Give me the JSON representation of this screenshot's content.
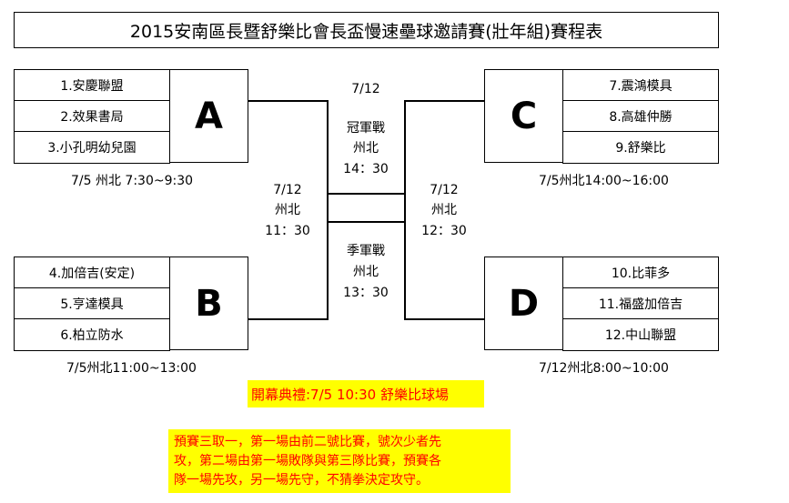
{
  "title": "2015安南區長暨舒樂比會長盃慢速壘球邀請賽(壯年組)賽程表",
  "groups": {
    "A": {
      "letter": "A",
      "teams": [
        "1.安慶聯盟",
        "2.效果書局",
        "3.小孔明幼兒園"
      ],
      "schedule": "7/5 州北 7:30~9:30"
    },
    "B": {
      "letter": "B",
      "teams": [
        "4.加倍吉(安定)",
        "5.亨達模具",
        "6.柏立防水"
      ],
      "schedule": "7/5州北11:00~13:00"
    },
    "C": {
      "letter": "C",
      "teams": [
        "7.震鴻模具",
        "8.高雄仲勝",
        "9.舒樂比"
      ],
      "schedule": "7/5州北14:00~16:00"
    },
    "D": {
      "letter": "D",
      "teams": [
        "10.比菲多",
        "11.福盛加倍吉",
        "12.中山聯盟"
      ],
      "schedule": "7/12州北8:00~10:00"
    }
  },
  "final": {
    "date": "7/12",
    "name": "冠軍戰",
    "venue": "州北",
    "time": "14：30"
  },
  "third_place": {
    "name": "季軍戰",
    "venue": "州北",
    "time": "13：30"
  },
  "semi_left": {
    "date": "7/12",
    "venue": "州北",
    "time": "11：30"
  },
  "semi_right": {
    "date": "7/12",
    "venue": "州北",
    "time": "12：30"
  },
  "opening": "開幕典禮:7/5 10:30 舒樂比球場",
  "rules": [
    "預賽三取一，第一場由前二號比賽，號次少者先",
    "攻，第二場由第一場敗隊與第三隊比賽，預賽各",
    "隊一場先攻，另一場先守，不猜拳決定攻守。"
  ]
}
